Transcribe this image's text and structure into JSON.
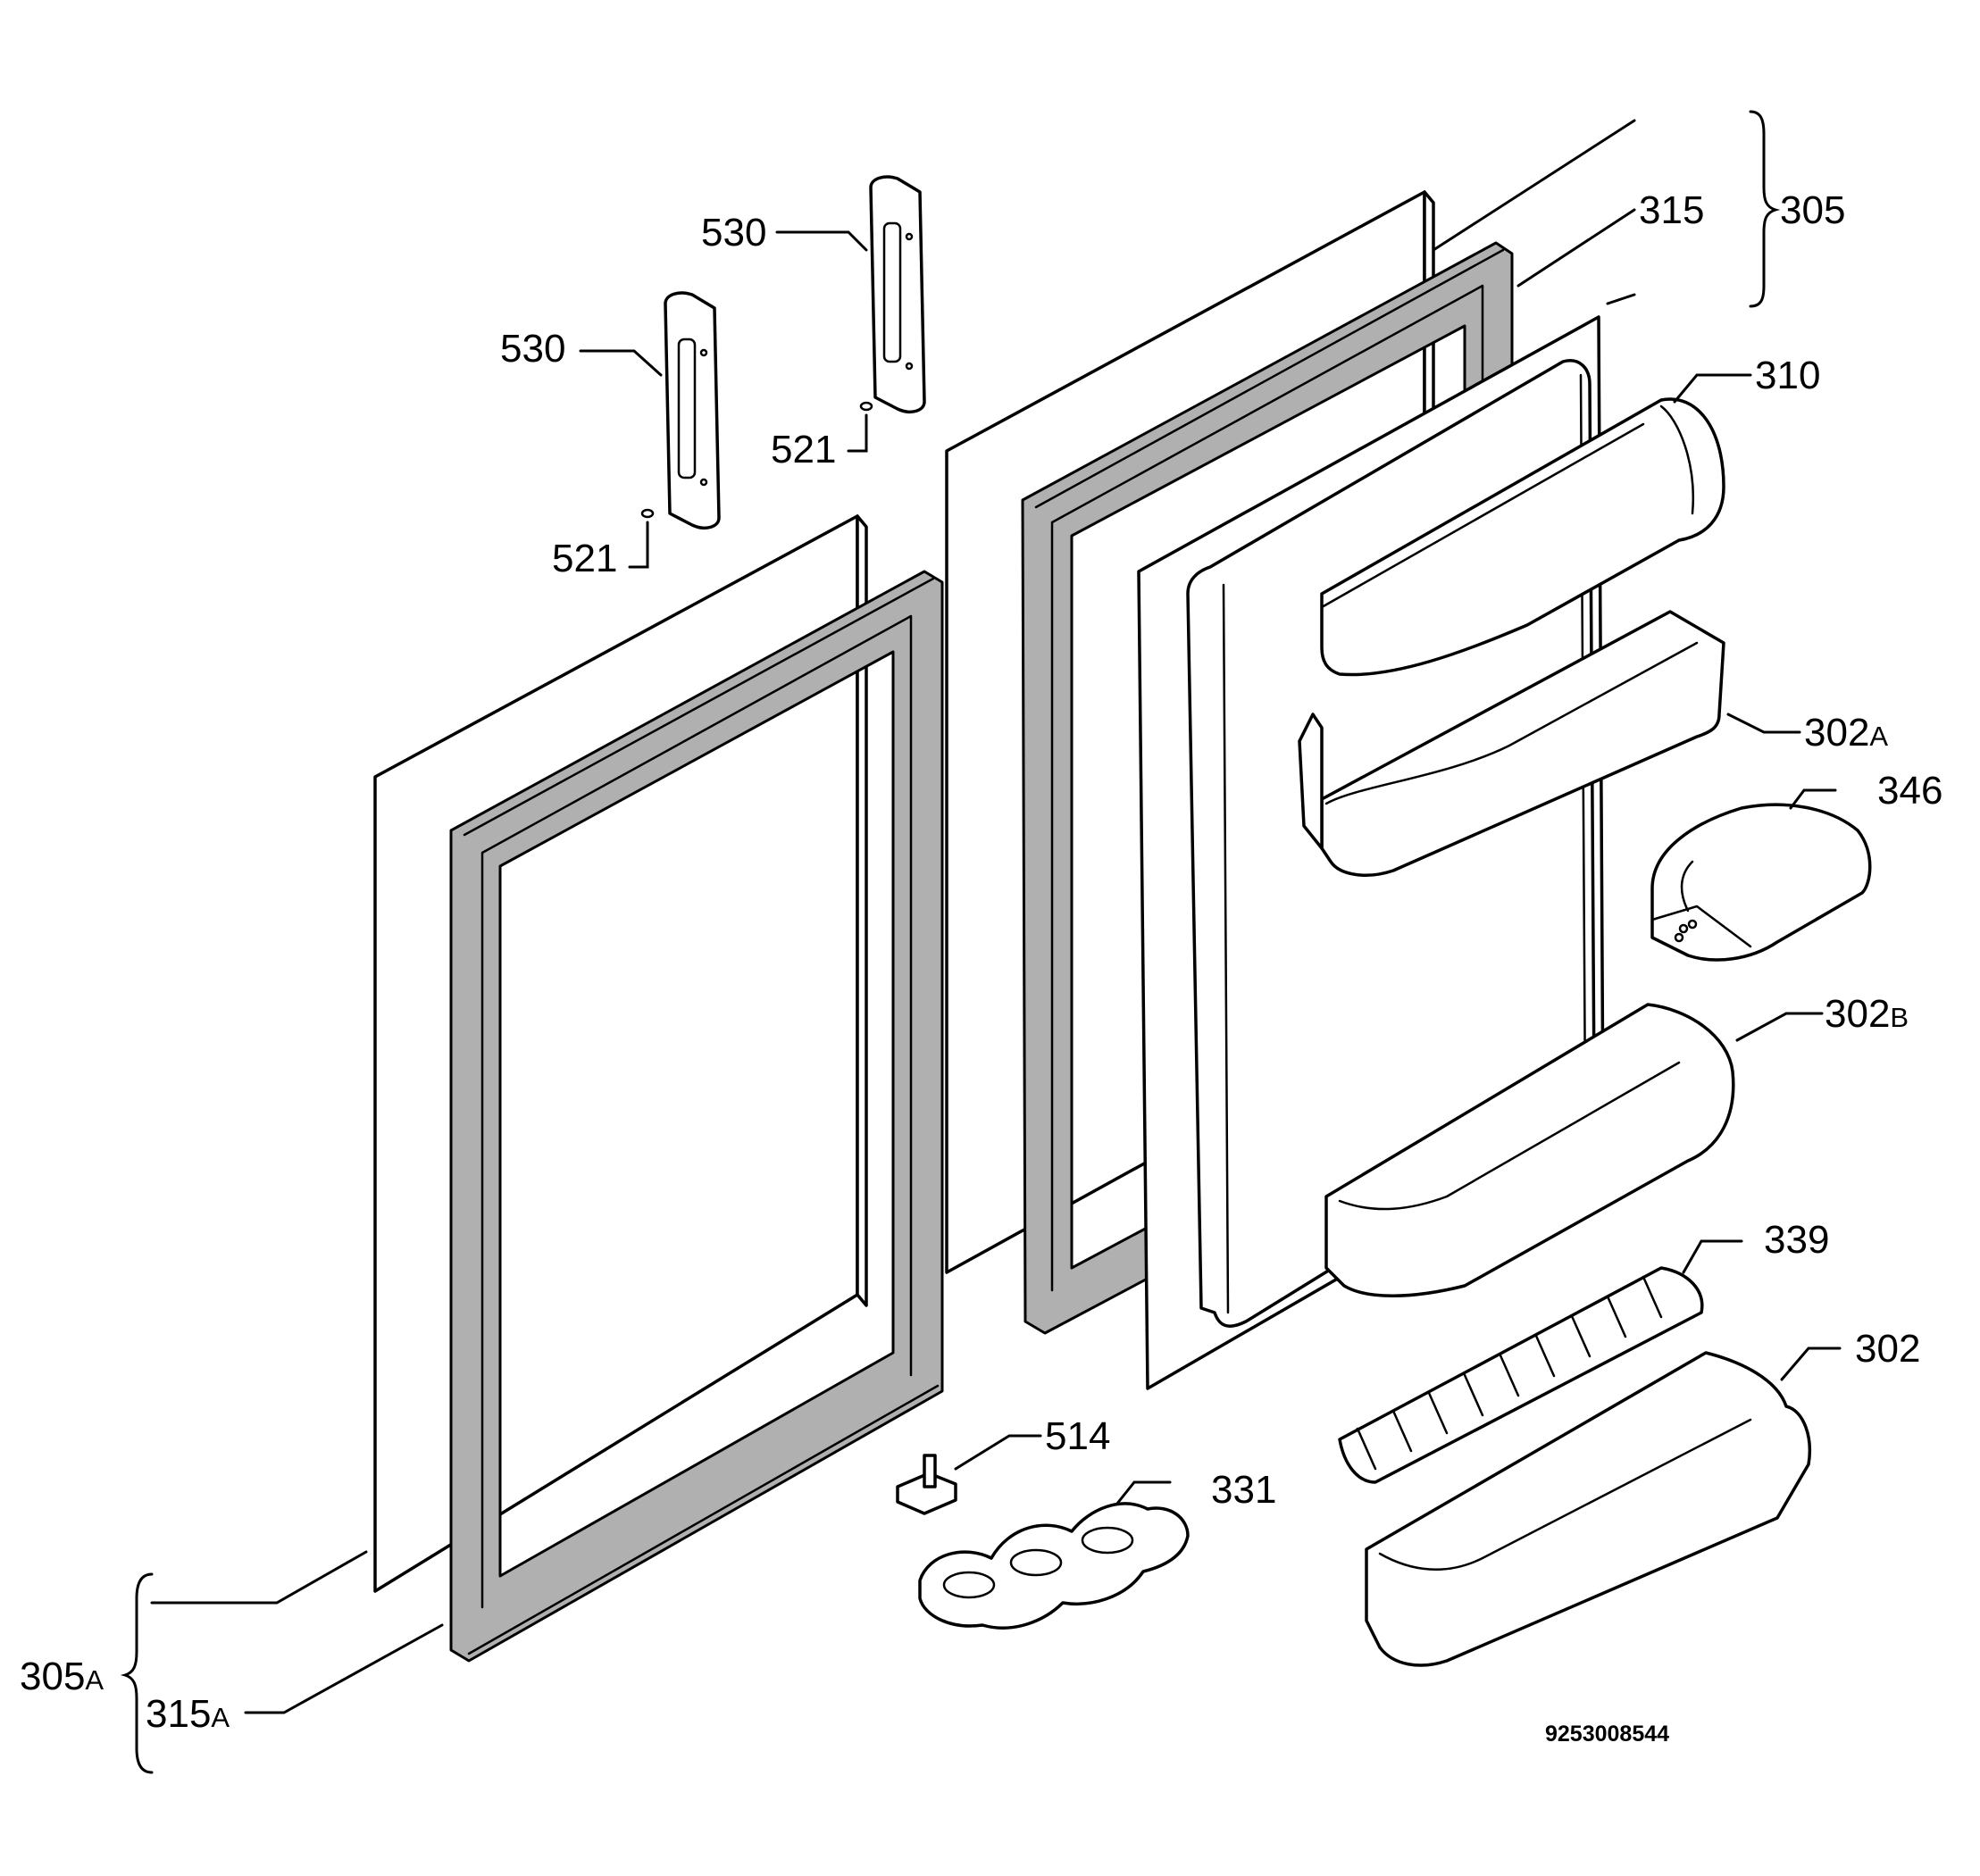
{
  "labels": {
    "l530a": "530",
    "l530b": "530",
    "l521a": "521",
    "l521b": "521",
    "l315": "315",
    "l305": "305",
    "l310": "310",
    "l302A": "302",
    "l302A_sub": "A",
    "l346": "346",
    "l302B": "302",
    "l302B_sub": "B",
    "l339": "339",
    "l302": "302",
    "l514": "514",
    "l331": "331",
    "l305A": "305",
    "l305A_sub": "A",
    "l315A": "315",
    "l315A_sub": "A"
  },
  "drawing_code": "9253008544"
}
